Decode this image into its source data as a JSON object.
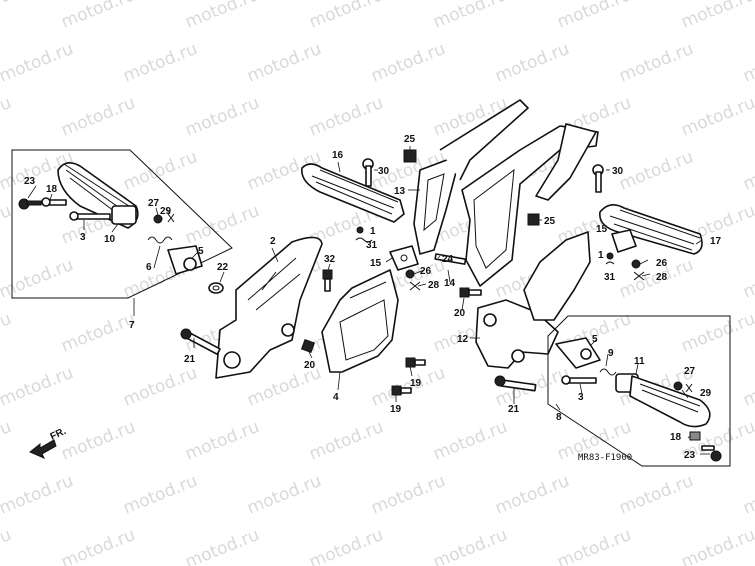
{
  "watermark": "motod.ru",
  "diagram_code": "MR83-F1900",
  "front_arrow_label": "FR.",
  "callouts": [
    {
      "id": "c23l",
      "text": "23"
    },
    {
      "id": "c18l",
      "text": "18"
    },
    {
      "id": "c3l",
      "text": "3"
    },
    {
      "id": "c10",
      "text": "10"
    },
    {
      "id": "c27l",
      "text": "27"
    },
    {
      "id": "c29l",
      "text": "29"
    },
    {
      "id": "c6",
      "text": "6"
    },
    {
      "id": "c5l",
      "text": "5"
    },
    {
      "id": "c7",
      "text": "7"
    },
    {
      "id": "c22",
      "text": "22"
    },
    {
      "id": "c2",
      "text": "2"
    },
    {
      "id": "c21l",
      "text": "21"
    },
    {
      "id": "c32",
      "text": "32"
    },
    {
      "id": "c20l",
      "text": "20"
    },
    {
      "id": "c4",
      "text": "4"
    },
    {
      "id": "c19a",
      "text": "19"
    },
    {
      "id": "c19b",
      "text": "19"
    },
    {
      "id": "c16",
      "text": "16"
    },
    {
      "id": "c30l",
      "text": "30"
    },
    {
      "id": "c25a",
      "text": "25"
    },
    {
      "id": "c13",
      "text": "13"
    },
    {
      "id": "c1l",
      "text": "1"
    },
    {
      "id": "c31l",
      "text": "31"
    },
    {
      "id": "c15l",
      "text": "15"
    },
    {
      "id": "c24",
      "text": "24"
    },
    {
      "id": "c26l",
      "text": "26"
    },
    {
      "id": "c28l",
      "text": "28"
    },
    {
      "id": "c14",
      "text": "14"
    },
    {
      "id": "c20r",
      "text": "20"
    },
    {
      "id": "c25b",
      "text": "25"
    },
    {
      "id": "c30r",
      "text": "30"
    },
    {
      "id": "c15r",
      "text": "15"
    },
    {
      "id": "c17",
      "text": "17"
    },
    {
      "id": "c1r",
      "text": "1"
    },
    {
      "id": "c31r",
      "text": "31"
    },
    {
      "id": "c26r",
      "text": "26"
    },
    {
      "id": "c28r",
      "text": "28"
    },
    {
      "id": "c12",
      "text": "12"
    },
    {
      "id": "c5r",
      "text": "5"
    },
    {
      "id": "c9",
      "text": "9"
    },
    {
      "id": "c11",
      "text": "11"
    },
    {
      "id": "c3r",
      "text": "3"
    },
    {
      "id": "c27r",
      "text": "27"
    },
    {
      "id": "c29r",
      "text": "29"
    },
    {
      "id": "c21r",
      "text": "21"
    },
    {
      "id": "c8",
      "text": "8"
    },
    {
      "id": "c18r",
      "text": "18"
    },
    {
      "id": "c23r",
      "text": "23"
    }
  ]
}
